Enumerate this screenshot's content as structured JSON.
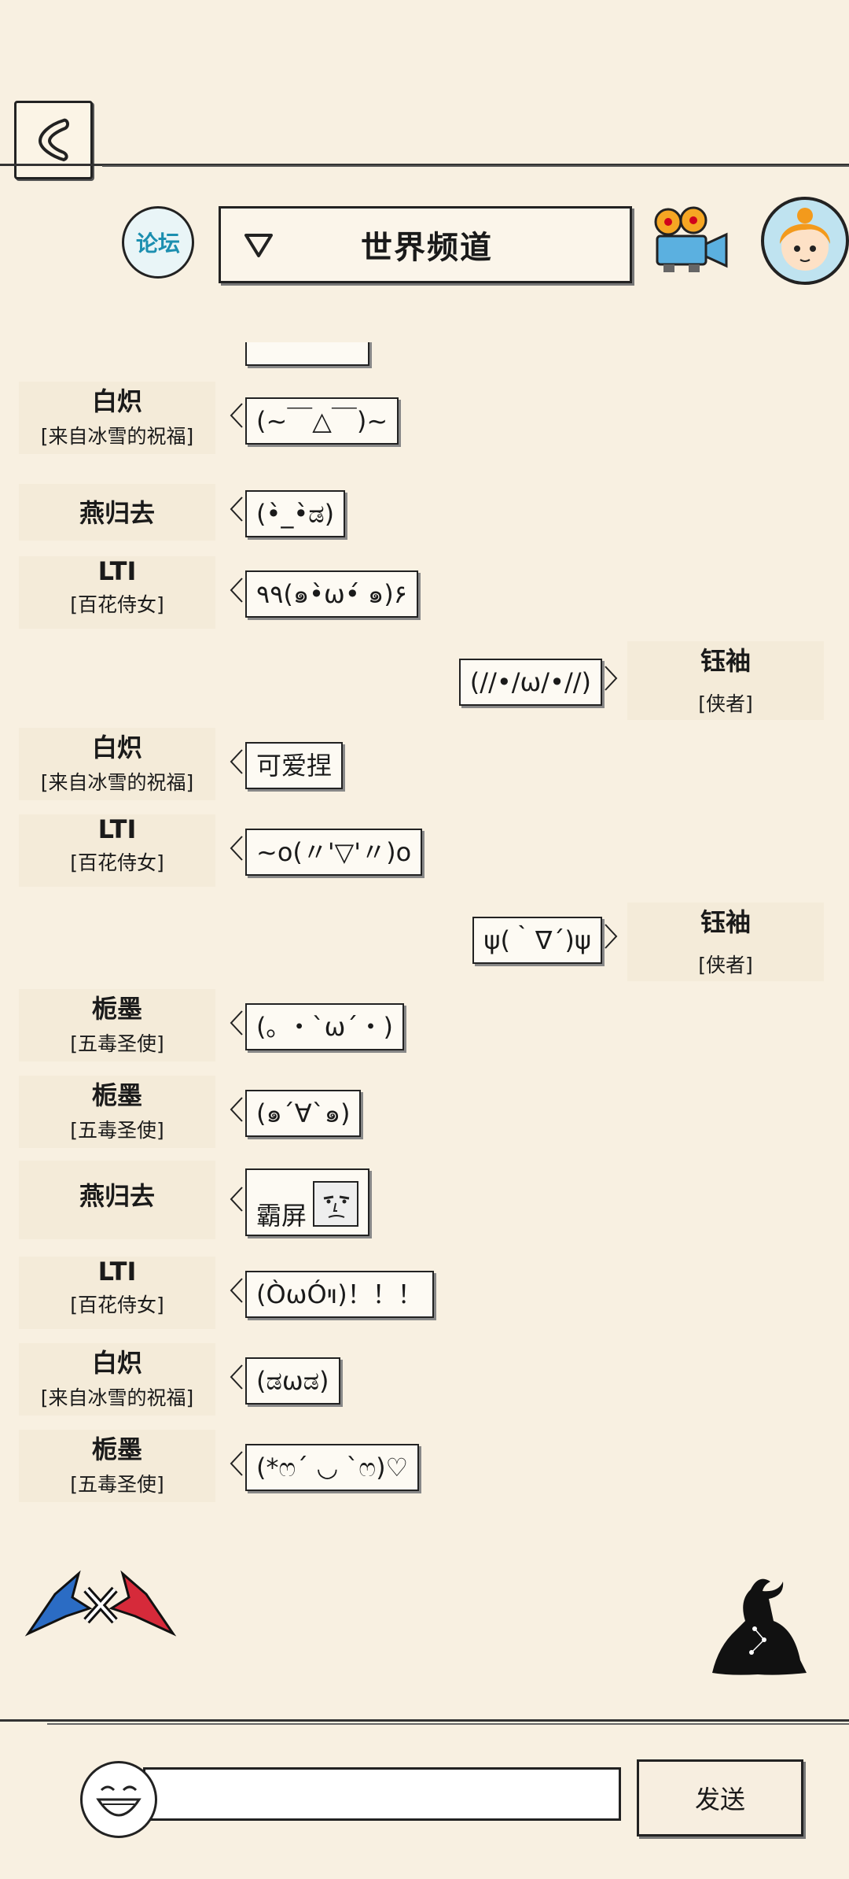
{
  "header": {
    "back_icon": "back-chevron-icon",
    "forum_label": "论坛",
    "channel_title": "世界频道",
    "channel_dropdown_icon": "triangle-down-icon",
    "camera_icon": "camera-icon",
    "avatar_icon": "user-avatar-icon"
  },
  "messages": [
    {
      "side": "left",
      "name": "白炽",
      "title": "[来自冰雪的祝福]",
      "text": "(~￣△￣)~"
    },
    {
      "side": "left",
      "name": "燕归去",
      "title": "",
      "text": "(•̀_•̀ಡ)"
    },
    {
      "side": "left",
      "name": "LTI",
      "title": "[百花侍女]",
      "text": "٩٩(๑•̀ω•́ ๑)۶"
    },
    {
      "side": "right",
      "name": "钰袖",
      "title": "[侠者]",
      "text": "(//•/ω/•//)"
    },
    {
      "side": "left",
      "name": "白炽",
      "title": "[来自冰雪的祝福]",
      "text": "可爱捏"
    },
    {
      "side": "left",
      "name": "LTI",
      "title": "[百花侍女]",
      "text": "~o(〃'▽'〃)o"
    },
    {
      "side": "right",
      "name": "钰袖",
      "title": "[侠者]",
      "text": "ψ(｀∇´)ψ"
    },
    {
      "side": "left",
      "name": "栀墨",
      "title": "[五毒圣使]",
      "text": "(｡ ・`ω´・)"
    },
    {
      "side": "left",
      "name": "栀墨",
      "title": "[五毒圣使]",
      "text": "(๑´∀`๑)"
    },
    {
      "side": "left",
      "name": "燕归去",
      "title": "",
      "text": "霸屏"
    },
    {
      "side": "left",
      "name": "LTI",
      "title": "[百花侍女]",
      "text": "(ÒωÓױ)！！！"
    },
    {
      "side": "left",
      "name": "白炽",
      "title": "[来自冰雪的祝福]",
      "text": "(ಡωಡ)"
    },
    {
      "side": "left",
      "name": "栀墨",
      "title": "[五毒圣使]",
      "text": "(*ෆ´ ◡ `ෆ)♡"
    }
  ],
  "composer": {
    "input_value": "",
    "input_placeholder": "",
    "send_label": "发送",
    "emoji_icon": "emoji-face-icon"
  },
  "decor": {
    "left_logo": "versus-logo-icon",
    "right_logo": "meditating-figure-icon"
  }
}
